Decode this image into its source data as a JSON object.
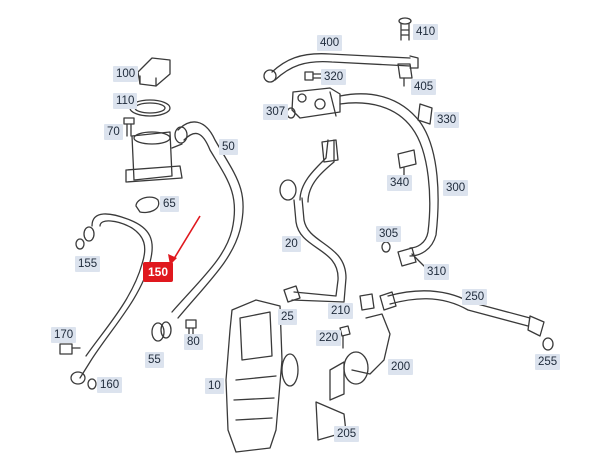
{
  "diagram": {
    "highlighted_part": "150",
    "labels": [
      "10",
      "20",
      "25",
      "50",
      "55",
      "65",
      "70",
      "80",
      "100",
      "110",
      "150",
      "155",
      "160",
      "170",
      "200",
      "205",
      "210",
      "220",
      "250",
      "255",
      "300",
      "305",
      "307",
      "310",
      "320",
      "330",
      "340",
      "400",
      "405",
      "410"
    ],
    "colors": {
      "line": "#3a3a3a",
      "label_bg": "#dce3ee",
      "label_text": "#1e2a3a",
      "highlight": "#e0181e"
    }
  }
}
